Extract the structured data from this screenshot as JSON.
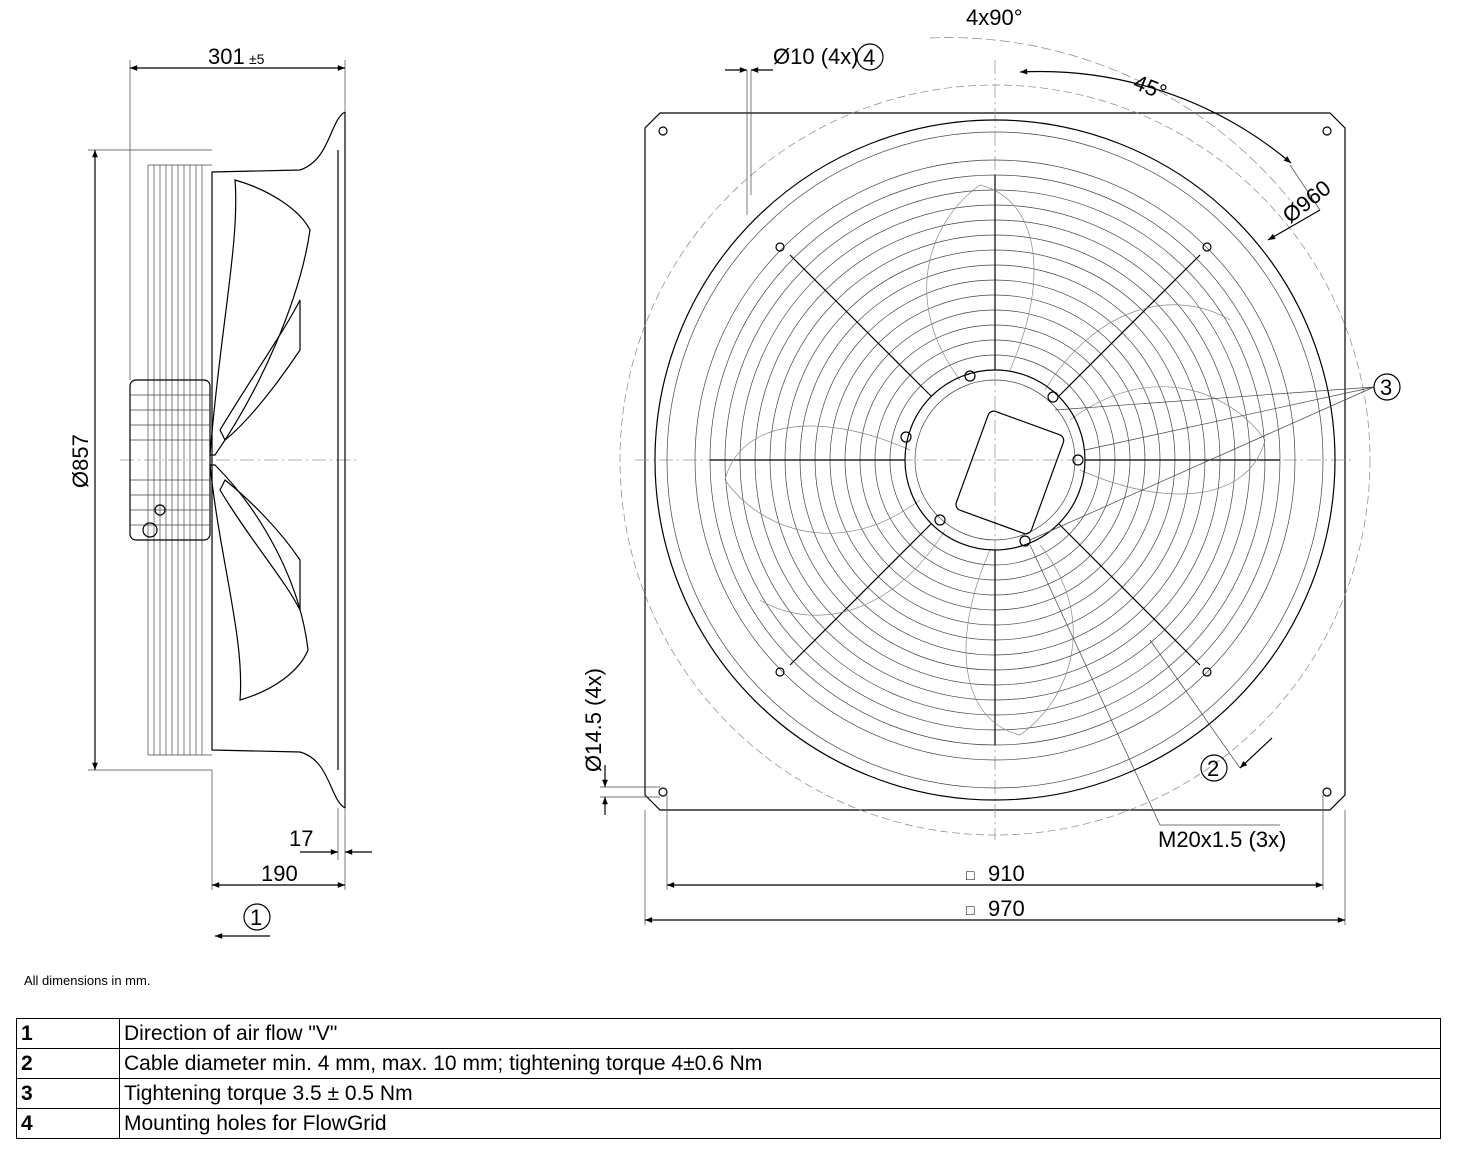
{
  "dimensions": {
    "side_depth": "301",
    "side_depth_tol": "±5",
    "side_diameter": "Ø857",
    "flange": "17",
    "side_length": "190",
    "hole_note": "Ø10 (4x)",
    "hole_ref": "4",
    "angle_total": "4x90°",
    "angle_offset": "45°",
    "circle_diameter": "Ø960",
    "mount_hole": "Ø14.5 (4x)",
    "thread": "M20x1.5 (3x)",
    "square_inner": "910",
    "square_outer": "970",
    "square_symbol": "□"
  },
  "callouts": {
    "airflow": "1",
    "cable": "2",
    "torque": "3"
  },
  "note": "All dimensions in mm.",
  "legend": [
    {
      "num": "1",
      "text": "Direction of air flow \"V\""
    },
    {
      "num": "2",
      "text": "Cable diameter min. 4 mm, max. 10 mm; tightening torque 4±0.6 Nm"
    },
    {
      "num": "3",
      "text": "Tightening torque 3.5 ± 0.5 Nm"
    },
    {
      "num": "4",
      "text": "Mounting holes for FlowGrid"
    }
  ]
}
